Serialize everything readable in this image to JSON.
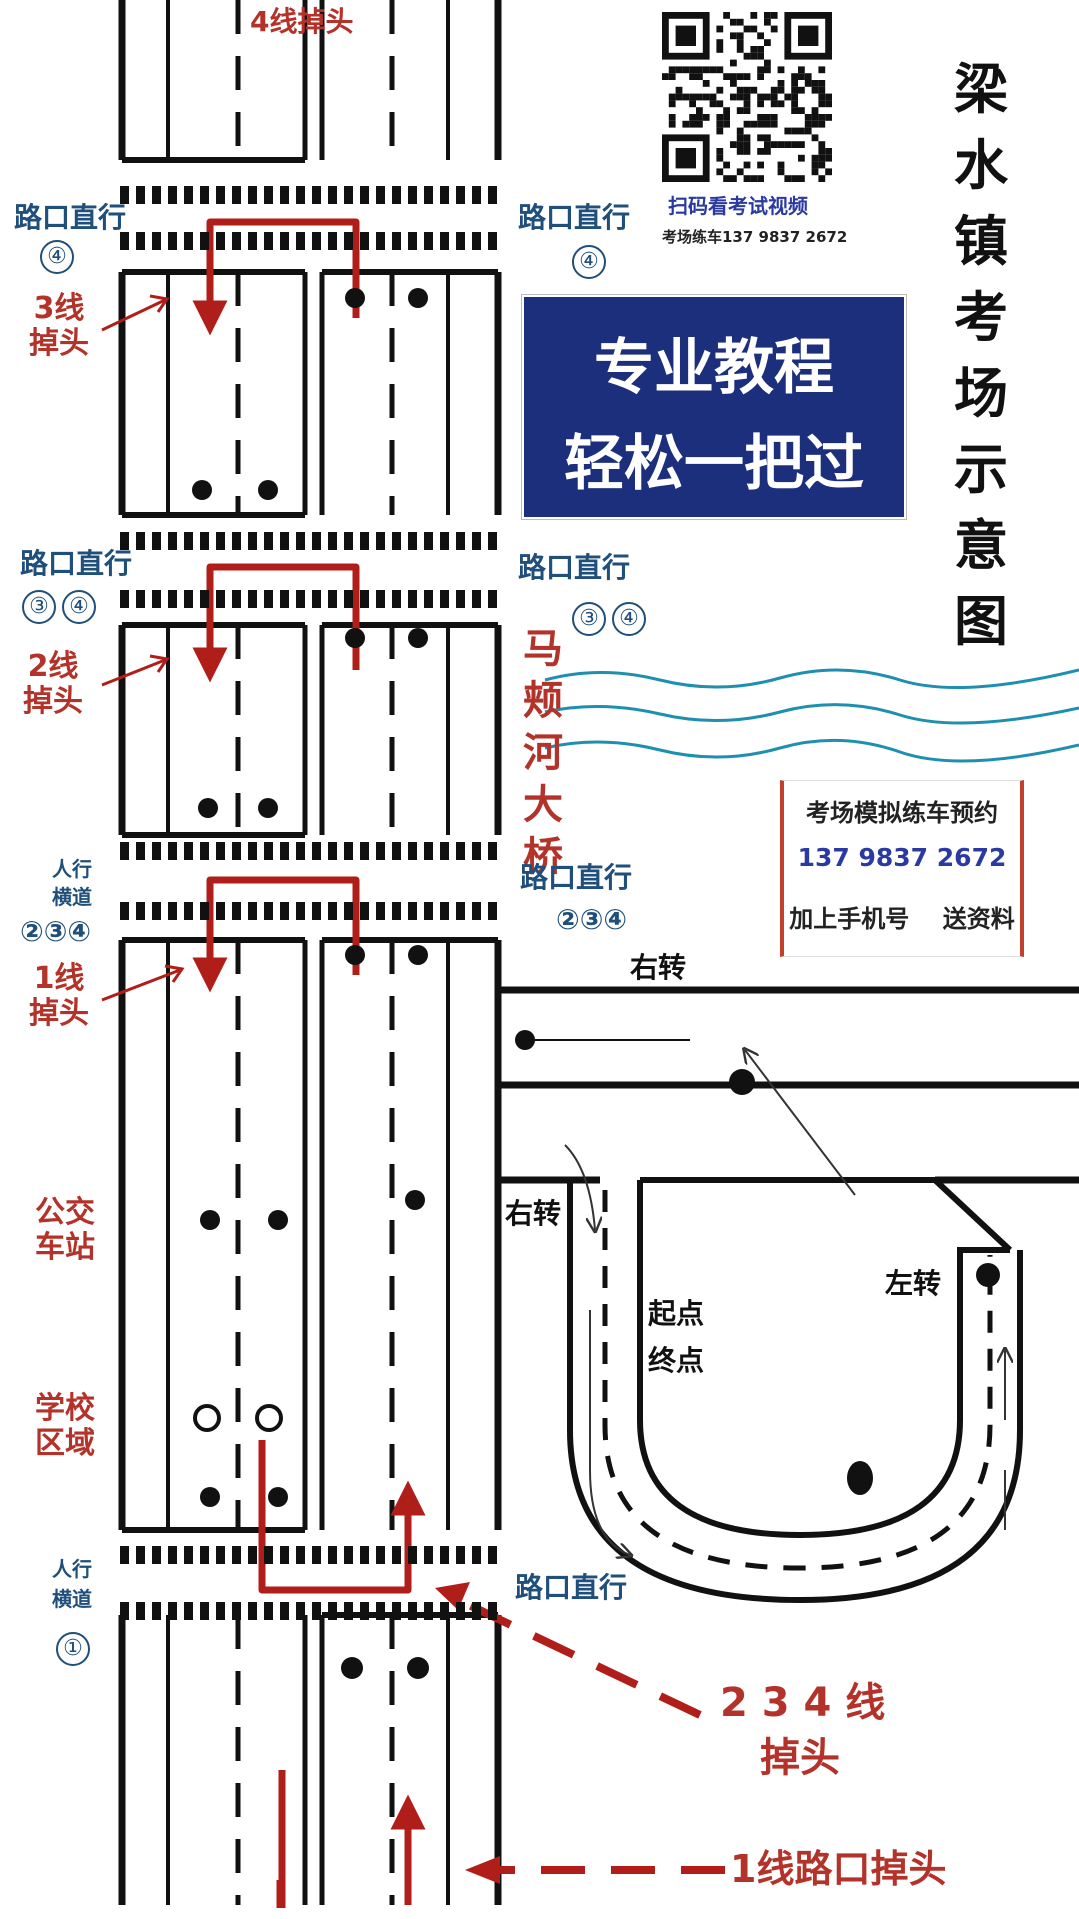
{
  "title": "梁水镇考场示意图",
  "promo": {
    "line1": "专业教程",
    "line2": "轻松一把过"
  },
  "qr": {
    "caption": "扫码看考试视频",
    "phone_caption": "考场练车137 9837 2672"
  },
  "booking": {
    "title": "考场模拟练车预约",
    "phone": "137 9837 2672",
    "note": "加上手机号    送资料"
  },
  "labels": {
    "uturn4": "4线掉头",
    "straight_left_1": "路口直行",
    "num_left_1": "④",
    "straight_right_1": "路口直行",
    "num_right_1": "④",
    "uturn3": "3线掉头",
    "straight_left_2": "路口直行",
    "num_left_2": [
      "③",
      "④"
    ],
    "straight_right_2": "路口直行",
    "num_right_2": [
      "③",
      "④"
    ],
    "uturn2": "2线掉头",
    "bridge": "马颊河大桥",
    "crosswalk_a_1": "人行",
    "crosswalk_a_2": "横道",
    "crosswalk_a_num": "②③④",
    "straight_right_3": "路口直行",
    "num_right_3": "②③④",
    "uturn1": "1线掉头",
    "right_turn_top": "右转",
    "right_turn_left": "右转",
    "left_turn": "左转",
    "start": "起点",
    "end": "终点",
    "bus_stop": "公交车站",
    "school": "学校区域",
    "crosswalk_b_1": "人行",
    "crosswalk_b_2": "横道",
    "crosswalk_b_num": "①",
    "straight_right_4": "路口直行",
    "uturn234_1": "2 3 4 线",
    "uturn234_2": "掉头",
    "uturn1_intersection": "1线路口掉头"
  },
  "colors": {
    "route": "#b01e1a",
    "road": "#111111",
    "promo_bg": "#1c2f7c",
    "river": "#1f8fae",
    "label_red": "#b3322a",
    "label_blue": "#1f4f7a"
  }
}
